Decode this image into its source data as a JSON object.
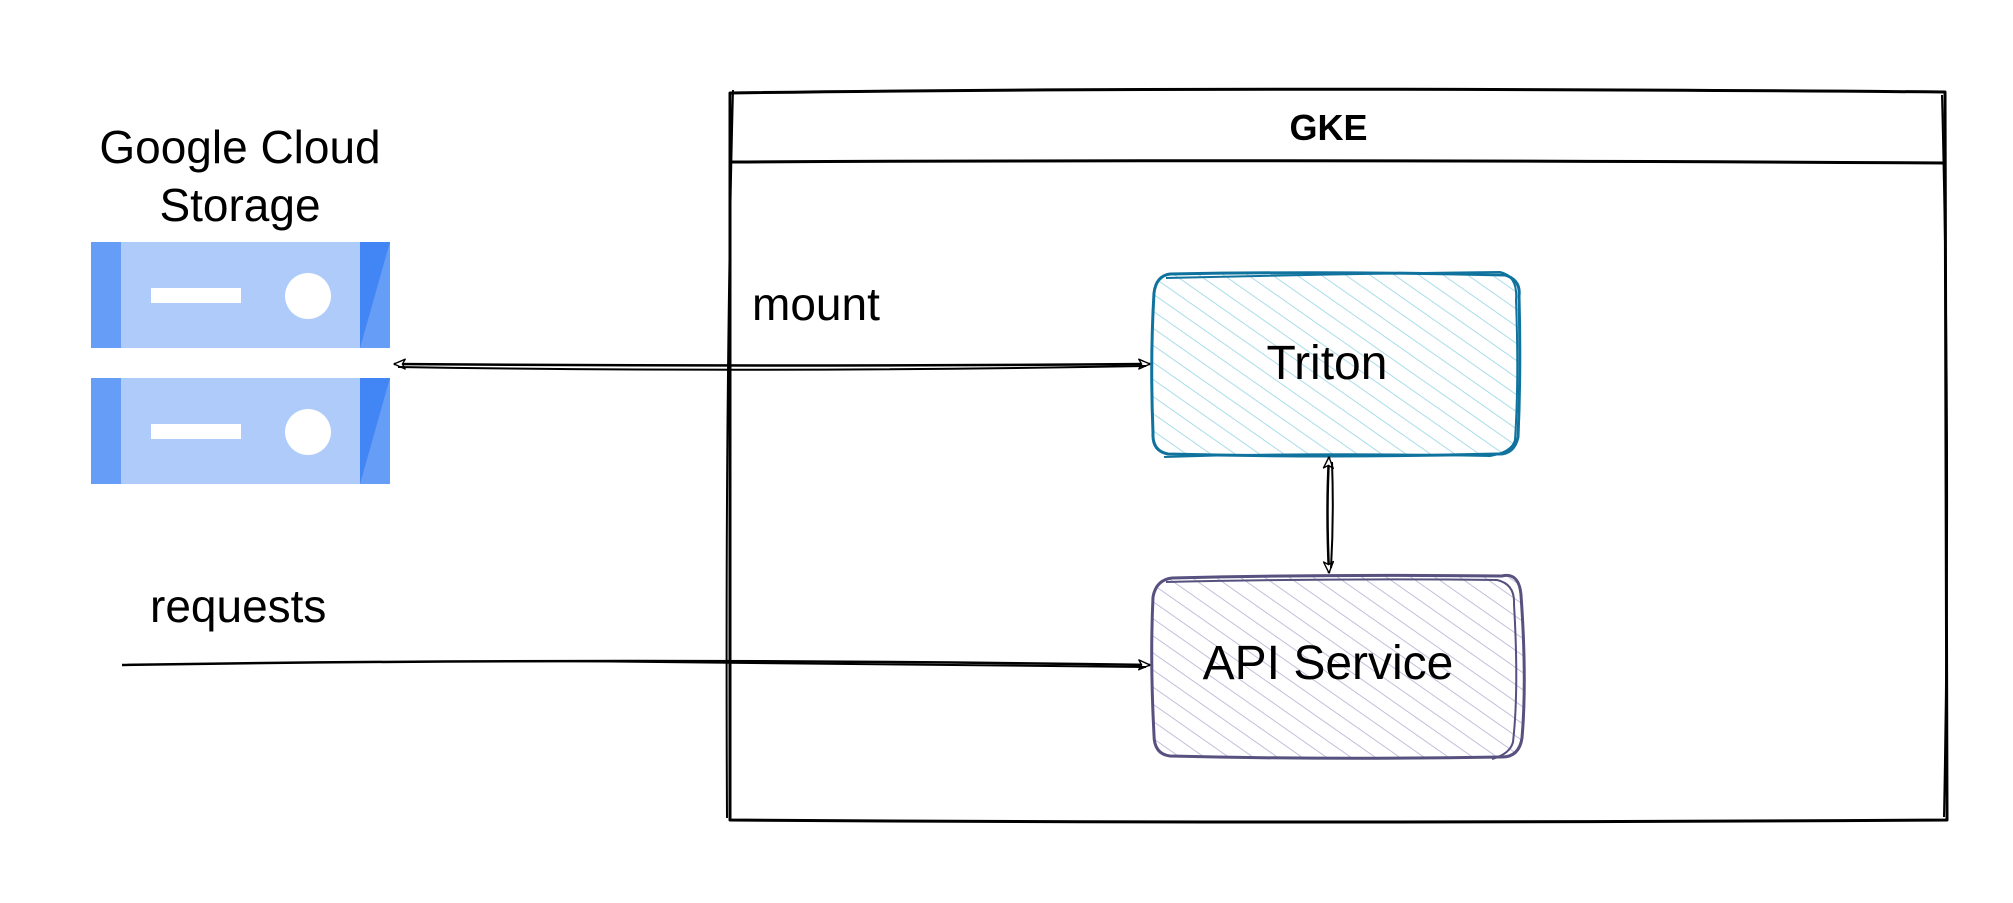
{
  "storage": {
    "title": "Google Cloud Storage",
    "icon": "storage-bucket-icon",
    "colors": {
      "light": "#AECBFA",
      "mid": "#669DF6",
      "dark": "#4285F4"
    }
  },
  "cluster": {
    "title": "GKE"
  },
  "nodes": {
    "triton": {
      "label": "Triton",
      "stroke": "#10739E",
      "hatch": "#A9DCEB"
    },
    "api_service": {
      "label": "API Service",
      "stroke": "#56517E",
      "hatch": "#C4BEDC"
    }
  },
  "edges": {
    "mount": {
      "label": "mount"
    },
    "requests": {
      "label": "requests"
    }
  }
}
